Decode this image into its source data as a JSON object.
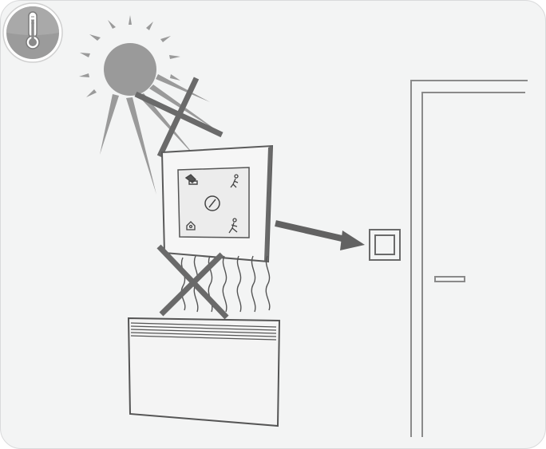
{
  "illustration": {
    "badge_icon": "thermometer-icon",
    "elements": {
      "sun": "sun-icon",
      "thermostat": "thermostat-device",
      "heater": "convector-heater",
      "wall_switch": "wall-switch",
      "door": "door"
    },
    "crossed_out": [
      "sun-to-thermostat",
      "heater-to-thermostat"
    ],
    "arrow_target": "wall-switch",
    "thermostat_icons": [
      "sleep-icon",
      "walk-icon",
      "power-icon",
      "home-icon",
      "run-icon"
    ]
  },
  "colors": {
    "background": "#f3f4f4",
    "card_border": "#d9dadb",
    "line": "#6e6e6e",
    "light_line": "#8a8a8a",
    "sun_fill": "#9a9a9a",
    "cross": "#6a6a6a",
    "device_face": "#ececec",
    "device_edge": "#555555"
  }
}
